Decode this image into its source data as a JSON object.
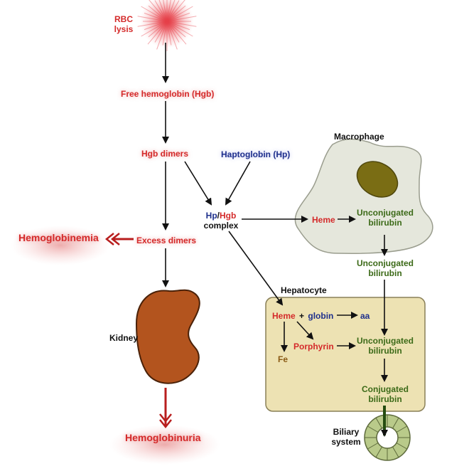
{
  "colors": {
    "red": "#d42a2a",
    "navy": "#1e2f8c",
    "green": "#3c6a18",
    "kidney": "#b3541e",
    "macrophage": "#e5e7dc",
    "nucleus": "#7a6d14",
    "hepatocyte": "#ede2b3",
    "biliary": "#b9ca8a"
  },
  "labels": {
    "rbc_lysis": "RBC\nlysis",
    "free_hgb": "Free hemoglobin (Hgb)",
    "hgb_dimers": "Hgb dimers",
    "haptoglobin": "Haptoglobin (Hp)",
    "hp": "Hp",
    "slash": "/",
    "hgb": "Hgb",
    "complex": "complex",
    "excess_dimers": "Excess dimers",
    "hemoglobinemia": "Hemoglobinemia",
    "kidney": "Kidney",
    "hemoglobinuria": "Hemoglobinuria",
    "macrophage": "Macrophage",
    "heme_macrophage": "Heme",
    "unconj_bilirubin_macrophage": "Unconjugated\nbilirubin",
    "unconj_bilirubin_mid": "Unconjugated\nbilirubin",
    "hepatocyte": "Hepatocyte",
    "heme_hepatocyte": "Heme",
    "plus": "+",
    "globin": "globin",
    "aa": "aa",
    "porphyrin": "Porphyrin",
    "fe": "Fe",
    "unconj_bilirubin_hepatocyte": "Unconjugated\nbilirubin",
    "conj_bilirubin": "Conjugated\nbilirubin",
    "biliary_system": "Biliary\nsystem"
  }
}
